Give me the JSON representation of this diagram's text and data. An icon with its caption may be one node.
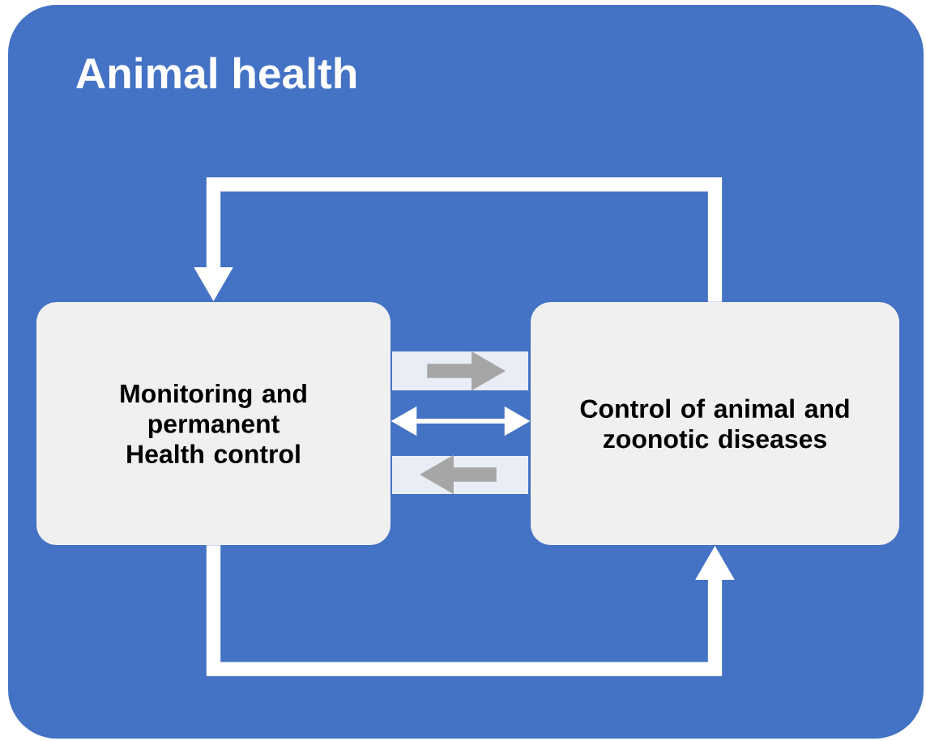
{
  "diagram": {
    "nodes": [
      {
        "text": [
          "Animal health"
        ]
      },
      {
        "text": [
          "Monitoring and permanent Health control"
        ],
        "in": 0
      },
      {
        "text": [
          "Control of animal and zoonotic diseases"
        ],
        "in": 0
      }
    ],
    "edges": [
      {
        "from": 2,
        "to": 1,
        "arrow": "to"
      },
      {
        "from": 1,
        "to": 2,
        "arrow": "to",
        "color": "#a6a6a6"
      },
      {
        "from": 1,
        "to": 2,
        "arrow": "both"
      },
      {
        "from": 2,
        "to": 1,
        "arrow": "to",
        "color": "#a6a6a6"
      },
      {
        "from": 1,
        "to": 2,
        "arrow": "to"
      }
    ]
  }
}
